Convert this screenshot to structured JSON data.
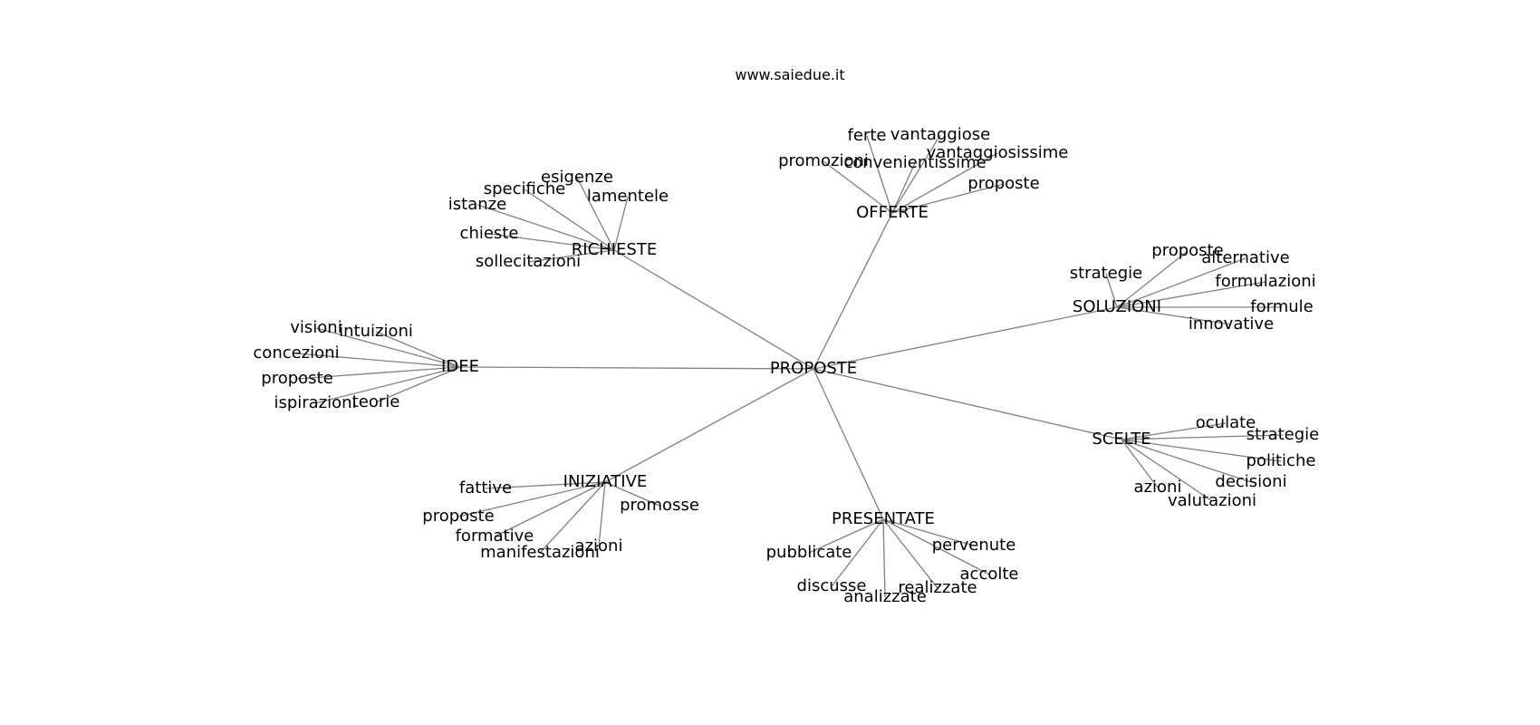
{
  "title": "www.saiedue.it",
  "colors": {
    "edge": "#808080",
    "text": "#000000",
    "background": "#ffffff"
  },
  "graph": {
    "center": "PROPOSTE",
    "hubs": [
      {
        "id": "richieste",
        "label": "RICHIESTE",
        "leaves": [
          "esigenze",
          "specifiche",
          "lamentele",
          "istanze",
          "chieste",
          "sollecitazioni"
        ]
      },
      {
        "id": "offerte",
        "label": "OFFERTE",
        "leaves": [
          "ferte",
          "vantaggiose",
          "vantaggiosissime",
          "promozioni",
          "convenientissime",
          "proposte"
        ]
      },
      {
        "id": "soluzioni",
        "label": "SOLUZIONI",
        "leaves": [
          "proposte",
          "alternative",
          "strategie",
          "formulazioni",
          "formule",
          "innovative"
        ]
      },
      {
        "id": "idee",
        "label": "IDEE",
        "leaves": [
          "visioni",
          "intuizioni",
          "concezioni",
          "proposte",
          "ispirazioni",
          "teorie"
        ]
      },
      {
        "id": "scelte",
        "label": "SCELTE",
        "leaves": [
          "oculate",
          "strategie",
          "politiche",
          "decisioni",
          "azioni",
          "valutazioni"
        ]
      },
      {
        "id": "iniziative",
        "label": "INIZIATIVE",
        "leaves": [
          "fattive",
          "proposte",
          "promosse",
          "formative",
          "azioni",
          "manifestazioni"
        ]
      },
      {
        "id": "presentate",
        "label": "PRESENTATE",
        "leaves": [
          "pervenute",
          "pubblicate",
          "accolte",
          "discusse",
          "realizzate",
          "analizzate"
        ]
      }
    ]
  }
}
